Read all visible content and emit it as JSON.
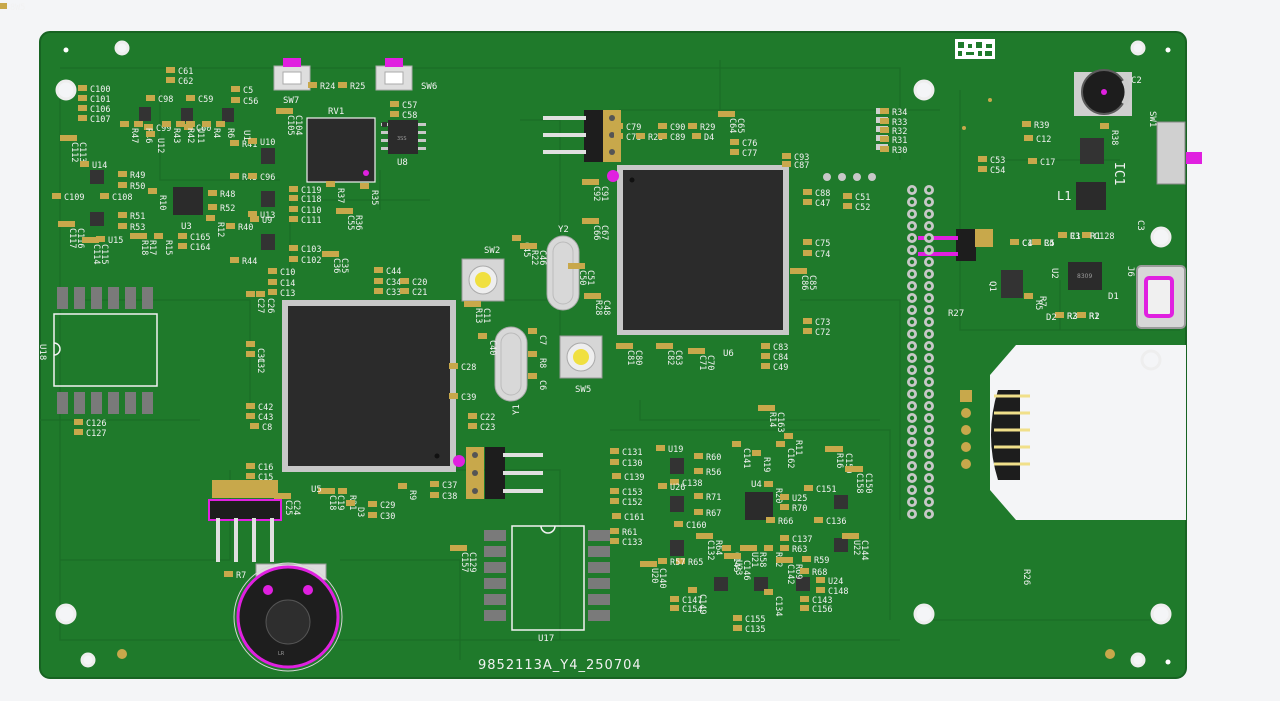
{
  "board": {
    "label": "9852113A_Y4_250704",
    "colors": {
      "background": "#f4f5f7",
      "pcb": "#1f7a2b",
      "pcb_dark": "#176322",
      "silk": "#f2f2f2",
      "chip": "#2b2b2b",
      "pad": "#c8a84b",
      "accent": "#e020e0"
    }
  },
  "components": {
    "chips": {
      "U5": "U5",
      "U6": "U6",
      "U17": "U17",
      "U18": "U18",
      "RV1": "RV1",
      "U8": "U8",
      "U3": "U3",
      "U4": "U4",
      "IC1": "IC1",
      "L1": "L1",
      "C2": "C2",
      "SW1": "SW1",
      "SW2": "SW2",
      "SW5": "SW5",
      "SW6": "SW6",
      "SW7": "SW7",
      "Y1": "Y1",
      "Y2": "Y2",
      "U1": "U1",
      "U2": "U2",
      "J6": "J6",
      "Q1": "Q1",
      "D1": "D1",
      "D2": "D2",
      "R1": "R1",
      "R2": "R2",
      "R3": "R3",
      "R5": "R5",
      "R7": "R7",
      "C1": "C1",
      "C3": "C3",
      "C4": "C4",
      "R27": "R27",
      "R26": "R26"
    },
    "small_chip_markings": {
      "u2": "8309",
      "u1_1": "3SS",
      "u6": "LR"
    },
    "passives": [
      {
        "id": "p1",
        "label": "C61"
      },
      {
        "id": "p2",
        "label": "C62"
      },
      {
        "id": "p3",
        "label": "C100"
      },
      {
        "id": "p4",
        "label": "C101"
      },
      {
        "id": "p5",
        "label": "C98"
      },
      {
        "id": "p6",
        "label": "C59"
      },
      {
        "id": "p7",
        "label": "C5"
      },
      {
        "id": "p8",
        "label": "C56"
      },
      {
        "id": "p9",
        "label": "C106"
      },
      {
        "id": "p10",
        "label": "C107"
      },
      {
        "id": "p11",
        "label": "C99"
      },
      {
        "id": "p12",
        "label": "C60"
      },
      {
        "id": "p13",
        "label": "R47"
      },
      {
        "id": "p14",
        "label": "R46"
      },
      {
        "id": "p15",
        "label": "U12"
      },
      {
        "id": "p16",
        "label": "R43"
      },
      {
        "id": "p17",
        "label": "R42"
      },
      {
        "id": "p18",
        "label": "U11"
      },
      {
        "id": "p19",
        "label": "R4"
      },
      {
        "id": "p20",
        "label": "R6"
      },
      {
        "id": "p21",
        "label": "C112"
      },
      {
        "id": "p22",
        "label": "C113"
      },
      {
        "id": "p23",
        "label": "U14"
      },
      {
        "id": "p24",
        "label": "R49"
      },
      {
        "id": "p25",
        "label": "R50"
      },
      {
        "id": "p26",
        "label": "C109"
      },
      {
        "id": "p27",
        "label": "C108"
      },
      {
        "id": "p28",
        "label": "R51"
      },
      {
        "id": "p29",
        "label": "R53"
      },
      {
        "id": "p30",
        "label": "C117"
      },
      {
        "id": "p31",
        "label": "C116"
      },
      {
        "id": "p32",
        "label": "C114"
      },
      {
        "id": "p33",
        "label": "C115"
      },
      {
        "id": "p34",
        "label": "U15"
      },
      {
        "id": "p35",
        "label": "R18"
      },
      {
        "id": "p36",
        "label": "R17"
      },
      {
        "id": "p37",
        "label": "R15"
      },
      {
        "id": "p38",
        "label": "R10"
      },
      {
        "id": "p39",
        "label": "C165"
      },
      {
        "id": "p40",
        "label": "C164"
      },
      {
        "id": "p41",
        "label": "R12"
      },
      {
        "id": "p42",
        "label": "R41"
      },
      {
        "id": "p43",
        "label": "U10"
      },
      {
        "id": "p44",
        "label": "R45"
      },
      {
        "id": "p45",
        "label": "C96"
      },
      {
        "id": "p46",
        "label": "R48"
      },
      {
        "id": "p47",
        "label": "R52"
      },
      {
        "id": "p48",
        "label": "U13"
      },
      {
        "id": "p49",
        "label": "R40"
      },
      {
        "id": "p50",
        "label": "R44"
      },
      {
        "id": "p51",
        "label": "U9"
      },
      {
        "id": "p52",
        "label": "C105"
      },
      {
        "id": "p53",
        "label": "C104"
      },
      {
        "id": "p54",
        "label": "C119"
      },
      {
        "id": "p55",
        "label": "C118"
      },
      {
        "id": "p56",
        "label": "C110"
      },
      {
        "id": "p57",
        "label": "C111"
      },
      {
        "id": "p58",
        "label": "C103"
      },
      {
        "id": "p59",
        "label": "C102"
      },
      {
        "id": "p60",
        "label": "R37"
      },
      {
        "id": "p61",
        "label": "R35"
      },
      {
        "id": "p62",
        "label": "C55"
      },
      {
        "id": "p63",
        "label": "R36"
      },
      {
        "id": "p64",
        "label": "C57"
      },
      {
        "id": "p65",
        "label": "C58"
      },
      {
        "id": "p66",
        "label": "R24"
      },
      {
        "id": "p67",
        "label": "R25"
      },
      {
        "id": "p68",
        "label": "C10"
      },
      {
        "id": "p69",
        "label": "C14"
      },
      {
        "id": "p70",
        "label": "C13"
      },
      {
        "id": "p71",
        "label": "C36"
      },
      {
        "id": "p72",
        "label": "C35"
      },
      {
        "id": "p73",
        "label": "C44"
      },
      {
        "id": "p74",
        "label": "C34"
      },
      {
        "id": "p75",
        "label": "C20"
      },
      {
        "id": "p76",
        "label": "C33"
      },
      {
        "id": "p77",
        "label": "C21"
      },
      {
        "id": "p78",
        "label": "C27"
      },
      {
        "id": "p79",
        "label": "C26"
      },
      {
        "id": "p80",
        "label": "C31"
      },
      {
        "id": "p81",
        "label": "C32"
      },
      {
        "id": "p82",
        "label": "C42"
      },
      {
        "id": "p83",
        "label": "C43"
      },
      {
        "id": "p84",
        "label": "C8"
      },
      {
        "id": "p85",
        "label": "C16"
      },
      {
        "id": "p86",
        "label": "C15"
      },
      {
        "id": "p87",
        "label": "C25"
      },
      {
        "id": "p88",
        "label": "C24"
      },
      {
        "id": "p89",
        "label": "C18"
      },
      {
        "id": "p90",
        "label": "C19"
      },
      {
        "id": "p91",
        "label": "R21"
      },
      {
        "id": "p92",
        "label": "D3"
      },
      {
        "id": "p93",
        "label": "R9"
      },
      {
        "id": "p94",
        "label": "C29"
      },
      {
        "id": "p95",
        "label": "C30"
      },
      {
        "id": "p96",
        "label": "C37"
      },
      {
        "id": "p97",
        "label": "C38"
      },
      {
        "id": "p98",
        "label": "C28"
      },
      {
        "id": "p99",
        "label": "C39"
      },
      {
        "id": "p100",
        "label": "C22"
      },
      {
        "id": "p101",
        "label": "C23"
      },
      {
        "id": "p102",
        "label": "R13"
      },
      {
        "id": "p103",
        "label": "C11"
      },
      {
        "id": "p104",
        "label": "C40"
      },
      {
        "id": "p105",
        "label": "C7"
      },
      {
        "id": "p106",
        "label": "R8"
      },
      {
        "id": "p107",
        "label": "C6"
      },
      {
        "id": "p108",
        "label": "C45"
      },
      {
        "id": "p109",
        "label": "R22"
      },
      {
        "id": "p110",
        "label": "C46"
      },
      {
        "id": "p111",
        "label": "C50"
      },
      {
        "id": "p112",
        "label": "C51"
      },
      {
        "id": "p113",
        "label": "R28"
      },
      {
        "id": "p114",
        "label": "C48"
      },
      {
        "id": "p115",
        "label": "C79"
      },
      {
        "id": "p116",
        "label": "C78"
      },
      {
        "id": "p117",
        "label": "R23"
      },
      {
        "id": "p118",
        "label": "C90"
      },
      {
        "id": "p119",
        "label": "C89"
      },
      {
        "id": "p120",
        "label": "R29"
      },
      {
        "id": "p121",
        "label": "D4"
      },
      {
        "id": "p122",
        "label": "C64"
      },
      {
        "id": "p123",
        "label": "C65"
      },
      {
        "id": "p124",
        "label": "C76"
      },
      {
        "id": "p125",
        "label": "C77"
      },
      {
        "id": "p126",
        "label": "C92"
      },
      {
        "id": "p127",
        "label": "C91"
      },
      {
        "id": "p128",
        "label": "C66"
      },
      {
        "id": "p129",
        "label": "C67"
      },
      {
        "id": "p130",
        "label": "C93"
      },
      {
        "id": "p131",
        "label": "C87"
      },
      {
        "id": "p132",
        "label": "C88"
      },
      {
        "id": "p133",
        "label": "C47"
      },
      {
        "id": "p134",
        "label": "C51"
      },
      {
        "id": "p135",
        "label": "C52"
      },
      {
        "id": "p136",
        "label": "C75"
      },
      {
        "id": "p137",
        "label": "C74"
      },
      {
        "id": "p138",
        "label": "C86"
      },
      {
        "id": "p139",
        "label": "C85"
      },
      {
        "id": "p140",
        "label": "C73"
      },
      {
        "id": "p141",
        "label": "C72"
      },
      {
        "id": "p142",
        "label": "C83"
      },
      {
        "id": "p143",
        "label": "C84"
      },
      {
        "id": "p144",
        "label": "C49"
      },
      {
        "id": "p145",
        "label": "C81"
      },
      {
        "id": "p146",
        "label": "C80"
      },
      {
        "id": "p147",
        "label": "C82"
      },
      {
        "id": "p148",
        "label": "C63"
      },
      {
        "id": "p149",
        "label": "C71"
      },
      {
        "id": "p150",
        "label": "C70"
      },
      {
        "id": "p151",
        "label": "R34"
      },
      {
        "id": "p152",
        "label": "R33"
      },
      {
        "id": "p153",
        "label": "R32"
      },
      {
        "id": "p154",
        "label": "R31"
      },
      {
        "id": "p155",
        "label": "R30"
      },
      {
        "id": "p156",
        "label": "R39"
      },
      {
        "id": "p157",
        "label": "C12"
      },
      {
        "id": "p158",
        "label": "R38"
      },
      {
        "id": "p159",
        "label": "C17"
      },
      {
        "id": "p160",
        "label": "C53"
      },
      {
        "id": "p161",
        "label": "C54"
      },
      {
        "id": "p162",
        "label": "C126"
      },
      {
        "id": "p163",
        "label": "C127"
      },
      {
        "id": "p164",
        "label": "C131"
      },
      {
        "id": "p165",
        "label": "C130"
      },
      {
        "id": "p166",
        "label": "U19"
      },
      {
        "id": "p167",
        "label": "R60"
      },
      {
        "id": "p168",
        "label": "R56"
      },
      {
        "id": "p169",
        "label": "C139"
      },
      {
        "id": "p170",
        "label": "C138"
      },
      {
        "id": "p171",
        "label": "C153"
      },
      {
        "id": "p172",
        "label": "C152"
      },
      {
        "id": "p173",
        "label": "U26"
      },
      {
        "id": "p174",
        "label": "R71"
      },
      {
        "id": "p175",
        "label": "R67"
      },
      {
        "id": "p176",
        "label": "C161"
      },
      {
        "id": "p177",
        "label": "C160"
      },
      {
        "id": "p178",
        "label": "R61"
      },
      {
        "id": "p179",
        "label": "C133"
      },
      {
        "id": "p180",
        "label": "C132"
      },
      {
        "id": "p181",
        "label": "R64"
      },
      {
        "id": "p182",
        "label": "R65"
      },
      {
        "id": "p183",
        "label": "R57"
      },
      {
        "id": "p184",
        "label": "U20"
      },
      {
        "id": "p185",
        "label": "C140"
      },
      {
        "id": "p186",
        "label": "C141"
      },
      {
        "id": "p187",
        "label": "R14"
      },
      {
        "id": "p188",
        "label": "C163"
      },
      {
        "id": "p189",
        "label": "C162"
      },
      {
        "id": "p190",
        "label": "R19"
      },
      {
        "id": "p191",
        "label": "R11"
      },
      {
        "id": "p192",
        "label": "R20"
      },
      {
        "id": "p193",
        "label": "R16"
      },
      {
        "id": "p194",
        "label": "C159"
      },
      {
        "id": "p195",
        "label": "C158"
      },
      {
        "id": "p196",
        "label": "C150"
      },
      {
        "id": "p197",
        "label": "C151"
      },
      {
        "id": "p198",
        "label": "U25"
      },
      {
        "id": "p199",
        "label": "R70"
      },
      {
        "id": "p200",
        "label": "R66"
      },
      {
        "id": "p201",
        "label": "C136"
      },
      {
        "id": "p202",
        "label": "C137"
      },
      {
        "id": "p203",
        "label": "R63"
      },
      {
        "id": "p204",
        "label": "R59"
      },
      {
        "id": "p205",
        "label": "U22"
      },
      {
        "id": "p206",
        "label": "C144"
      },
      {
        "id": "p207",
        "label": "C145"
      },
      {
        "id": "p208",
        "label": "C146"
      },
      {
        "id": "p209",
        "label": "U21"
      },
      {
        "id": "p210",
        "label": "R58"
      },
      {
        "id": "p211",
        "label": "R62"
      },
      {
        "id": "p212",
        "label": "C142"
      },
      {
        "id": "p213",
        "label": "R69"
      },
      {
        "id": "p214",
        "label": "R68"
      },
      {
        "id": "p215",
        "label": "U24"
      },
      {
        "id": "p216",
        "label": "C148"
      },
      {
        "id": "p217",
        "label": "C149"
      },
      {
        "id": "p218",
        "label": "U23"
      },
      {
        "id": "p219",
        "label": "C147"
      },
      {
        "id": "p220",
        "label": "C154"
      },
      {
        "id": "p221",
        "label": "C155"
      },
      {
        "id": "p222",
        "label": "C135"
      },
      {
        "id": "p223",
        "label": "C134"
      },
      {
        "id": "p224",
        "label": "C143"
      },
      {
        "id": "p225",
        "label": "C156"
      },
      {
        "id": "p226",
        "label": "C157"
      },
      {
        "id": "p227",
        "label": "C129"
      },
      {
        "id": "p228",
        "label": "C128"
      },
      {
        "id": "p229",
        "label": "R1"
      },
      {
        "id": "p230",
        "label": "R2"
      },
      {
        "id": "p231",
        "label": "R3"
      },
      {
        "id": "p232",
        "label": "C1"
      },
      {
        "id": "p233",
        "label": "C4"
      },
      {
        "id": "p234",
        "label": "R5"
      },
      {
        "id": "p235",
        "label": "R7"
      },
      {
        "id": "p236",
        "label": "8W5"
      }
    ]
  }
}
